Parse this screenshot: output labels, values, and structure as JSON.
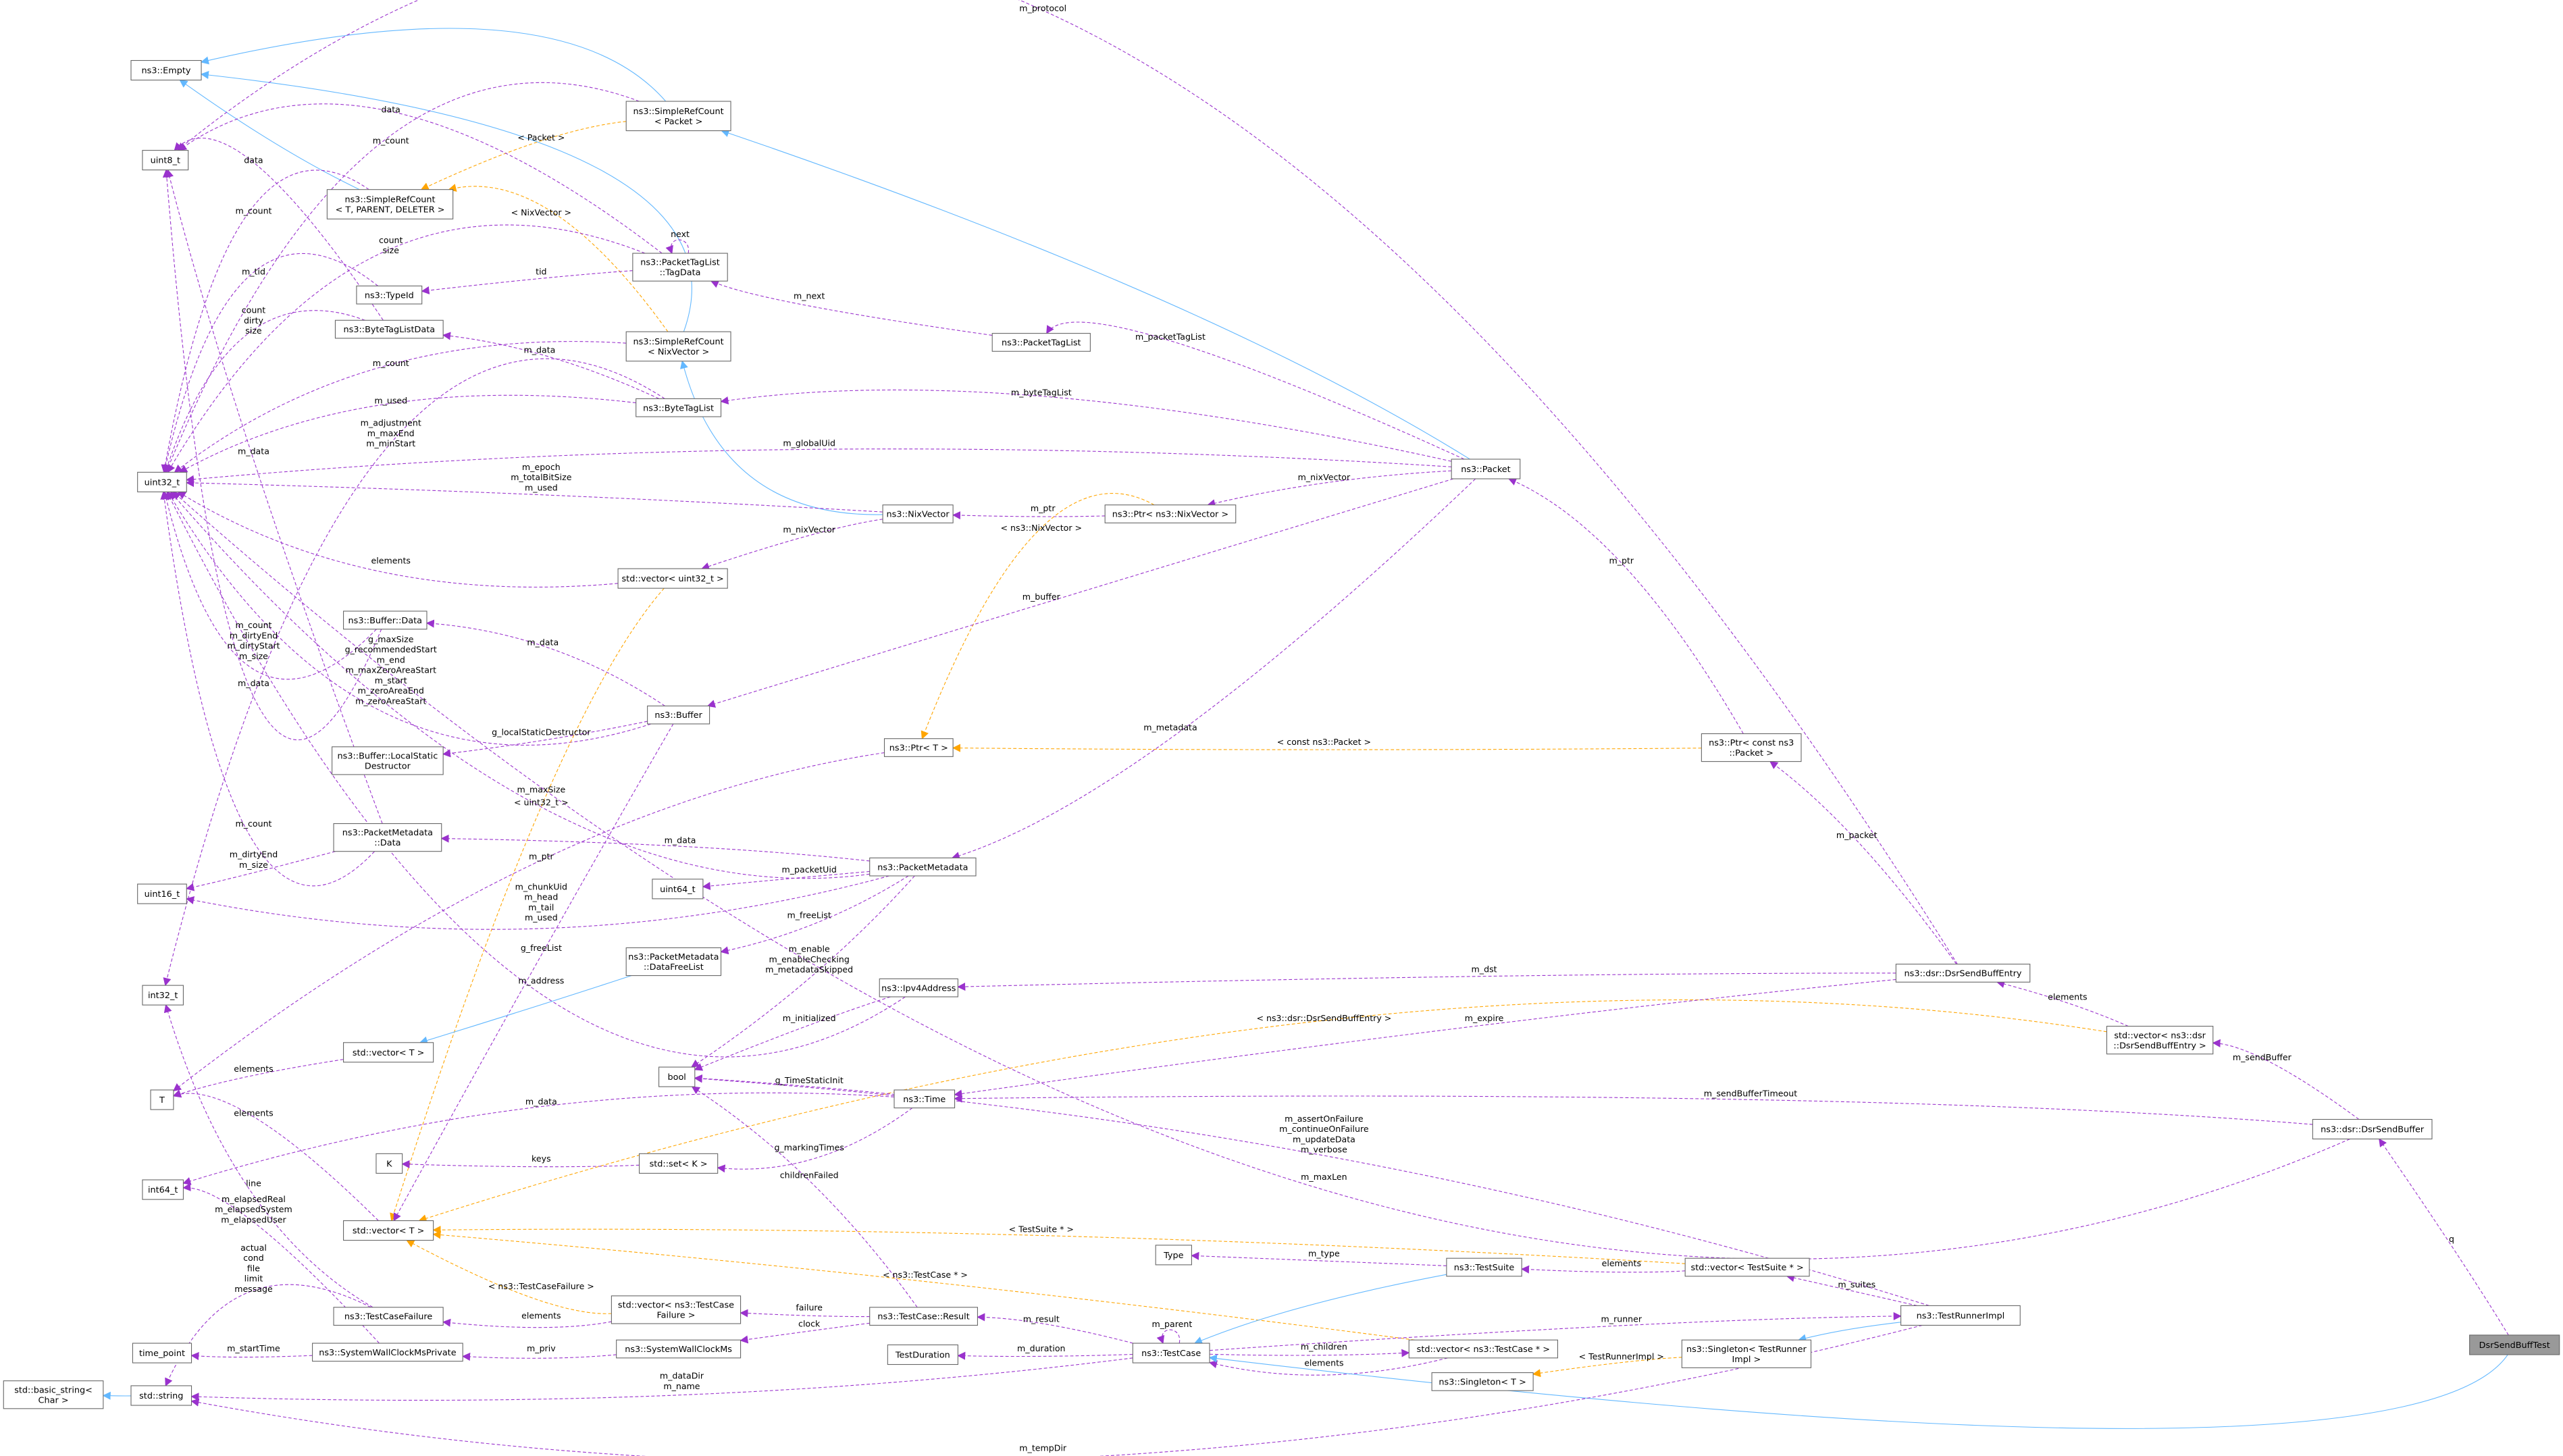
{
  "colors": {
    "usage": "#9a32cd",
    "inheritance": "#63b8ff",
    "template": "#ffa500",
    "root_fill": "#999999"
  },
  "nodes": [
    {
      "id": "empty",
      "lines": [
        "ns3::Empty"
      ]
    },
    {
      "id": "uint8",
      "lines": [
        "uint8_t"
      ]
    },
    {
      "id": "srcPacket",
      "lines": [
        "ns3::SimpleRefCount",
        "< Packet >"
      ]
    },
    {
      "id": "srcT",
      "lines": [
        "ns3::SimpleRefCount",
        "< T, PARENT, DELETER >"
      ]
    },
    {
      "id": "tagData",
      "lines": [
        "ns3::PacketTagList",
        "::TagData"
      ]
    },
    {
      "id": "typeId",
      "lines": [
        "ns3::TypeId"
      ]
    },
    {
      "id": "btlData",
      "lines": [
        "ns3::ByteTagListData"
      ]
    },
    {
      "id": "srcNix",
      "lines": [
        "ns3::SimpleRefCount",
        "< NixVector >"
      ]
    },
    {
      "id": "ptl",
      "lines": [
        "ns3::PacketTagList"
      ]
    },
    {
      "id": "btl",
      "lines": [
        "ns3::ByteTagList"
      ]
    },
    {
      "id": "uint32",
      "lines": [
        "uint32_t"
      ]
    },
    {
      "id": "packet",
      "lines": [
        "ns3::Packet"
      ]
    },
    {
      "id": "nix",
      "lines": [
        "ns3::NixVector"
      ]
    },
    {
      "id": "ptrNix",
      "lines": [
        "ns3::Ptr< ns3::NixVector >"
      ]
    },
    {
      "id": "vecU32",
      "lines": [
        "std::vector< uint32_t >"
      ]
    },
    {
      "id": "bufData",
      "lines": [
        "ns3::Buffer::Data"
      ]
    },
    {
      "id": "buffer",
      "lines": [
        "ns3::Buffer"
      ]
    },
    {
      "id": "ptrT",
      "lines": [
        "ns3::Ptr< T >"
      ]
    },
    {
      "id": "ptrCP",
      "lines": [
        "ns3::Ptr< const ns3",
        "::Packet >"
      ]
    },
    {
      "id": "lsd",
      "lines": [
        "ns3::Buffer::LocalStatic",
        "Destructor"
      ]
    },
    {
      "id": "pmData",
      "lines": [
        "ns3::PacketMetadata",
        "::Data"
      ]
    },
    {
      "id": "pm",
      "lines": [
        "ns3::PacketMetadata"
      ]
    },
    {
      "id": "uint64",
      "lines": [
        "uint64_t"
      ]
    },
    {
      "id": "uint16",
      "lines": [
        "uint16_t"
      ]
    },
    {
      "id": "freeList",
      "lines": [
        "ns3::PacketMetadata",
        "::DataFreeList"
      ]
    },
    {
      "id": "dsrEntry",
      "lines": [
        "ns3::dsr::DsrSendBuffEntry"
      ]
    },
    {
      "id": "ipv4",
      "lines": [
        "ns3::Ipv4Address"
      ]
    },
    {
      "id": "int32",
      "lines": [
        "int32_t"
      ]
    },
    {
      "id": "vecTtop",
      "lines": [
        "std::vector< T >"
      ]
    },
    {
      "id": "vecDsr",
      "lines": [
        "std::vector< ns3::dsr",
        "::DsrSendBuffEntry >"
      ]
    },
    {
      "id": "bool",
      "lines": [
        "bool"
      ]
    },
    {
      "id": "T",
      "lines": [
        "T"
      ]
    },
    {
      "id": "time",
      "lines": [
        "ns3::Time"
      ]
    },
    {
      "id": "dsrBuf",
      "lines": [
        "ns3::dsr::DsrSendBuffer"
      ]
    },
    {
      "id": "K",
      "lines": [
        "K"
      ]
    },
    {
      "id": "setK",
      "lines": [
        "std::set< K >"
      ]
    },
    {
      "id": "int64",
      "lines": [
        "int64_t"
      ]
    },
    {
      "id": "vecTbot",
      "lines": [
        "std::vector< T >"
      ]
    },
    {
      "id": "type",
      "lines": [
        "Type"
      ]
    },
    {
      "id": "testSuite",
      "lines": [
        "ns3::TestSuite"
      ]
    },
    {
      "id": "vecTS",
      "lines": [
        "std::vector< TestSuite * >"
      ]
    },
    {
      "id": "tcf",
      "lines": [
        "ns3::TestCaseFailure"
      ]
    },
    {
      "id": "vecTCF",
      "lines": [
        "std::vector< ns3::TestCase",
        "Failure >"
      ]
    },
    {
      "id": "result",
      "lines": [
        "ns3::TestCase::Result"
      ]
    },
    {
      "id": "runner",
      "lines": [
        "ns3::TestRunnerImpl"
      ]
    },
    {
      "id": "timePoint",
      "lines": [
        "time_point"
      ]
    },
    {
      "id": "sysPriv",
      "lines": [
        "ns3::SystemWallClockMsPrivate"
      ]
    },
    {
      "id": "sysWall",
      "lines": [
        "ns3::SystemWallClockMs"
      ]
    },
    {
      "id": "duration",
      "lines": [
        "TestDuration"
      ]
    },
    {
      "id": "testCase",
      "lines": [
        "ns3::TestCase"
      ]
    },
    {
      "id": "vecTC",
      "lines": [
        "std::vector< ns3::TestCase * >"
      ]
    },
    {
      "id": "singRunner",
      "lines": [
        "ns3::Singleton< TestRunner",
        "Impl >"
      ]
    },
    {
      "id": "singT",
      "lines": [
        "ns3::Singleton< T >"
      ]
    },
    {
      "id": "dsrTest",
      "lines": [
        "DsrSendBuffTest"
      ]
    },
    {
      "id": "basicStr",
      "lines": [
        "std::basic_string<",
        "Char >"
      ]
    },
    {
      "id": "string",
      "lines": [
        "std::string"
      ]
    }
  ],
  "edges": [
    {
      "from": "srcPacket",
      "to": "empty",
      "kind": "i",
      "label": []
    },
    {
      "from": "srcT",
      "to": "empty",
      "kind": "i",
      "label": []
    },
    {
      "from": "srcNix",
      "to": "empty",
      "kind": "i",
      "label": []
    },
    {
      "from": "packet",
      "to": "srcPacket",
      "kind": "i",
      "label": []
    },
    {
      "from": "nix",
      "to": "srcNix",
      "kind": "i",
      "label": []
    },
    {
      "from": "srcPacket",
      "to": "srcT",
      "kind": "t",
      "label": [
        "< Packet >"
      ]
    },
    {
      "from": "srcNix",
      "to": "srcT",
      "kind": "t",
      "label": [
        "< NixVector >"
      ]
    },
    {
      "from": "dsrEntry",
      "to": "uint8",
      "kind": "u",
      "label": [
        "m_protocol"
      ]
    },
    {
      "from": "tagData",
      "to": "uint8",
      "kind": "u",
      "label": [
        "data"
      ]
    },
    {
      "from": "btlData",
      "to": "uint8",
      "kind": "u",
      "label": [
        "data"
      ]
    },
    {
      "from": "srcPacket",
      "to": "uint32",
      "kind": "u",
      "label": [
        "m_count"
      ]
    },
    {
      "from": "srcT",
      "to": "uint32",
      "kind": "u",
      "label": [
        "m_count"
      ]
    },
    {
      "from": "tagData",
      "to": "uint32",
      "kind": "u",
      "label": [
        "count",
        "size"
      ]
    },
    {
      "from": "typeId",
      "to": "uint32",
      "kind": "u",
      "label": [
        "m_tid"
      ]
    },
    {
      "from": "btlData",
      "to": "uint32",
      "kind": "u",
      "label": [
        "count",
        "dirty",
        "size"
      ]
    },
    {
      "from": "srcNix",
      "to": "uint32",
      "kind": "u",
      "label": [
        "m_count"
      ]
    },
    {
      "from": "btl",
      "to": "uint32",
      "kind": "u",
      "label": [
        "m_used"
      ]
    },
    {
      "from": "btl",
      "to": "int32",
      "kind": "u",
      "label": [
        "m_adjustment",
        "m_maxEnd",
        "m_minStart"
      ]
    },
    {
      "from": "packet",
      "to": "uint32",
      "kind": "u",
      "label": [
        "m_globalUid"
      ]
    },
    {
      "from": "pmData",
      "to": "uint8",
      "kind": "u",
      "label": [
        "m_data"
      ]
    },
    {
      "from": "btl",
      "to": "btlData",
      "kind": "u",
      "label": [
        "m_data"
      ]
    },
    {
      "from": "packet",
      "to": "btl",
      "kind": "u",
      "label": [
        "m_byteTagList"
      ]
    },
    {
      "from": "packet",
      "to": "ptl",
      "kind": "u",
      "label": [
        "m_packetTagList"
      ]
    },
    {
      "from": "ptl",
      "to": "tagData",
      "kind": "u",
      "label": [
        "m_next"
      ]
    },
    {
      "from": "tagData",
      "to": "tagData",
      "kind": "u",
      "label": [
        "next"
      ]
    },
    {
      "from": "tagData",
      "to": "typeId",
      "kind": "u",
      "label": [
        "tid"
      ]
    },
    {
      "from": "nix",
      "to": "uint32",
      "kind": "u",
      "label": [
        "m_epoch",
        "m_totalBitSize",
        "m_used"
      ]
    },
    {
      "from": "nix",
      "to": "vecU32",
      "kind": "u",
      "label": [
        "m_nixVector"
      ]
    },
    {
      "from": "vecU32",
      "to": "uint32",
      "kind": "u",
      "label": [
        "elements"
      ]
    },
    {
      "from": "ptrNix",
      "to": "nix",
      "kind": "u",
      "label": [
        "m_ptr"
      ]
    },
    {
      "from": "packet",
      "to": "ptrNix",
      "kind": "u",
      "label": [
        "m_nixVector"
      ]
    },
    {
      "from": "ptrNix",
      "to": "ptrT",
      "kind": "t",
      "label": [
        "< ns3::NixVector >"
      ]
    },
    {
      "from": "packet",
      "to": "buffer",
      "kind": "u",
      "label": [
        "m_buffer"
      ]
    },
    {
      "from": "bufData",
      "to": "uint32",
      "kind": "u",
      "label": [
        "m_count",
        "m_dirtyEnd",
        "m_dirtyStart",
        "m_size"
      ]
    },
    {
      "from": "buffer",
      "to": "bufData",
      "kind": "u",
      "label": [
        "m_data"
      ]
    },
    {
      "from": "buffer",
      "to": "uint32",
      "kind": "u",
      "label": [
        "g_maxSize",
        "g_recommendedStart",
        "m_end",
        "m_maxZeroAreaStart",
        "m_start",
        "m_zeroAreaEnd",
        "m_zeroAreaStart"
      ]
    },
    {
      "from": "bufData",
      "to": "uint8",
      "kind": "u",
      "label": [
        "m_data"
      ]
    },
    {
      "from": "buffer",
      "to": "lsd",
      "kind": "u",
      "label": [
        "g_localStaticDestructor"
      ]
    },
    {
      "from": "ptrCP",
      "to": "ptrT",
      "kind": "t",
      "label": [
        "< const ns3::Packet >"
      ]
    },
    {
      "from": "ptrCP",
      "to": "packet",
      "kind": "u",
      "label": [
        "m_ptr"
      ]
    },
    {
      "from": "packet",
      "to": "pm",
      "kind": "u",
      "label": [
        "m_metadata"
      ]
    },
    {
      "from": "pm",
      "to": "uint32",
      "kind": "u",
      "label": [
        "m_maxSize"
      ]
    },
    {
      "from": "vecU32",
      "to": "vecTbot",
      "kind": "t",
      "label": [
        "< uint32_t >"
      ]
    },
    {
      "from": "pm",
      "to": "pmData",
      "kind": "u",
      "label": [
        "m_data"
      ]
    },
    {
      "from": "pmData",
      "to": "uint32",
      "kind": "u",
      "label": [
        "m_count"
      ]
    },
    {
      "from": "pmData",
      "to": "uint16",
      "kind": "u",
      "label": [
        "m_dirtyEnd",
        "m_size"
      ]
    },
    {
      "from": "ptrT",
      "to": "T",
      "kind": "u",
      "label": [
        "m_ptr"
      ]
    },
    {
      "from": "pm",
      "to": "uint64",
      "kind": "u",
      "label": [
        "m_packetUid"
      ]
    },
    {
      "from": "pm",
      "to": "uint16",
      "kind": "u",
      "label": [
        "m_chunkUid",
        "m_head",
        "m_tail",
        "m_used"
      ]
    },
    {
      "from": "pm",
      "to": "freeList",
      "kind": "u",
      "label": [
        "m_freeList"
      ]
    },
    {
      "from": "buffer",
      "to": "vecTbot",
      "kind": "u",
      "label": [
        "g_freeList"
      ]
    },
    {
      "from": "pm",
      "to": "bool",
      "kind": "u",
      "label": [
        "m_enable",
        "m_enableChecking",
        "m_metadataSkipped"
      ]
    },
    {
      "from": "dsrEntry",
      "to": "ipv4",
      "kind": "u",
      "label": [
        "m_dst"
      ]
    },
    {
      "from": "ipv4",
      "to": "uint32",
      "kind": "u",
      "label": [
        "m_address"
      ]
    },
    {
      "from": "freeList",
      "to": "vecTtop",
      "kind": "i",
      "label": []
    },
    {
      "from": "vecTtop",
      "to": "T",
      "kind": "u",
      "label": [
        "elements"
      ]
    },
    {
      "from": "vecDsr",
      "to": "dsrEntry",
      "kind": "u",
      "label": [
        "elements"
      ]
    },
    {
      "from": "vecDsr",
      "to": "vecTbot",
      "kind": "t",
      "label": [
        "< ns3::dsr::DsrSendBuffEntry >"
      ]
    },
    {
      "from": "dsrEntry",
      "to": "time",
      "kind": "u",
      "label": [
        "m_expire"
      ]
    },
    {
      "from": "ipv4",
      "to": "bool",
      "kind": "u",
      "label": [
        "m_initialized"
      ]
    },
    {
      "from": "time",
      "to": "bool",
      "kind": "u",
      "label": [
        "g_TimeStaticInit"
      ]
    },
    {
      "from": "time",
      "to": "int64",
      "kind": "u",
      "label": [
        "m_data"
      ]
    },
    {
      "from": "dsrBuf",
      "to": "time",
      "kind": "u",
      "label": [
        "m_sendBufferTimeout"
      ]
    },
    {
      "from": "dsrBuf",
      "to": "vecDsr",
      "kind": "u",
      "label": [
        "m_sendBuffer"
      ]
    },
    {
      "from": "vecTbot",
      "to": "T",
      "kind": "u",
      "label": [
        "elements"
      ]
    },
    {
      "from": "time",
      "to": "setK",
      "kind": "u",
      "label": [
        "g_markingTimes"
      ]
    },
    {
      "from": "setK",
      "to": "K",
      "kind": "u",
      "label": [
        "keys"
      ]
    },
    {
      "from": "result",
      "to": "bool",
      "kind": "u",
      "label": [
        "childrenFailed"
      ]
    },
    {
      "from": "runner",
      "to": "bool",
      "kind": "u",
      "label": [
        "m_assertOnFailure",
        "m_continueOnFailure",
        "m_updateData",
        "m_verbose"
      ]
    },
    {
      "from": "dsrBuf",
      "to": "uint32",
      "kind": "u",
      "label": [
        "m_maxLen"
      ]
    },
    {
      "from": "tcf",
      "to": "int32",
      "kind": "u",
      "label": [
        "line"
      ]
    },
    {
      "from": "sysPriv",
      "to": "int64",
      "kind": "u",
      "label": [
        "m_elapsedReal",
        "m_elapsedSystem",
        "m_elapsedUser"
      ]
    },
    {
      "from": "vecTS",
      "to": "vecTbot",
      "kind": "t",
      "label": [
        "< TestSuite * >"
      ]
    },
    {
      "from": "testSuite",
      "to": "type",
      "kind": "u",
      "label": [
        "m_type"
      ]
    },
    {
      "from": "vecTS",
      "to": "testSuite",
      "kind": "u",
      "label": [
        "elements"
      ]
    },
    {
      "from": "runner",
      "to": "vecTS",
      "kind": "u",
      "label": [
        "m_suites"
      ]
    },
    {
      "from": "vecTC",
      "to": "vecTbot",
      "kind": "t",
      "label": [
        "< ns3::TestCase * >"
      ]
    },
    {
      "from": "vecTCF",
      "to": "vecTbot",
      "kind": "t",
      "label": [
        "< ns3::TestCaseFailure >"
      ]
    },
    {
      "from": "tcf",
      "to": "string",
      "kind": "u",
      "label": [
        "actual",
        "cond",
        "file",
        "limit",
        "message"
      ]
    },
    {
      "from": "vecTCF",
      "to": "tcf",
      "kind": "u",
      "label": [
        "elements"
      ]
    },
    {
      "from": "result",
      "to": "vecTCF",
      "kind": "u",
      "label": [
        "failure"
      ]
    },
    {
      "from": "testCase",
      "to": "result",
      "kind": "u",
      "label": [
        "m_result"
      ]
    },
    {
      "from": "result",
      "to": "sysWall",
      "kind": "u",
      "label": [
        "clock"
      ]
    },
    {
      "from": "testCase",
      "to": "runner",
      "kind": "u",
      "label": [
        "m_runner"
      ]
    },
    {
      "from": "runner",
      "to": "singRunner",
      "kind": "i",
      "label": []
    },
    {
      "from": "testSuite",
      "to": "testCase",
      "kind": "i",
      "label": []
    },
    {
      "from": "testCase",
      "to": "testCase",
      "kind": "u",
      "label": [
        "m_parent"
      ]
    },
    {
      "from": "testCase",
      "to": "duration",
      "kind": "u",
      "label": [
        "m_duration"
      ]
    },
    {
      "from": "sysWall",
      "to": "sysPriv",
      "kind": "u",
      "label": [
        "m_priv"
      ]
    },
    {
      "from": "sysPriv",
      "to": "timePoint",
      "kind": "u",
      "label": [
        "m_startTime"
      ]
    },
    {
      "from": "testCase",
      "to": "vecTC",
      "kind": "u",
      "label": [
        "m_children"
      ]
    },
    {
      "from": "vecTC",
      "to": "testCase",
      "kind": "u",
      "label": [
        "elements"
      ]
    },
    {
      "from": "singRunner",
      "to": "singT",
      "kind": "t",
      "label": [
        "< TestRunnerImpl >"
      ]
    },
    {
      "from": "testCase",
      "to": "string",
      "kind": "u",
      "label": [
        "m_dataDir",
        "m_name"
      ]
    },
    {
      "from": "string",
      "to": "basicStr",
      "kind": "i",
      "label": []
    },
    {
      "from": "dsrTest",
      "to": "testCase",
      "kind": "i",
      "label": []
    },
    {
      "from": "runner",
      "to": "string",
      "kind": "u",
      "label": [
        "m_tempDir"
      ]
    },
    {
      "from": "dsrTest",
      "to": "dsrBuf",
      "kind": "u",
      "label": [
        "q"
      ]
    },
    {
      "from": "dsrEntry",
      "to": "ptrCP",
      "kind": "u",
      "label": [
        "m_packet"
      ]
    }
  ]
}
